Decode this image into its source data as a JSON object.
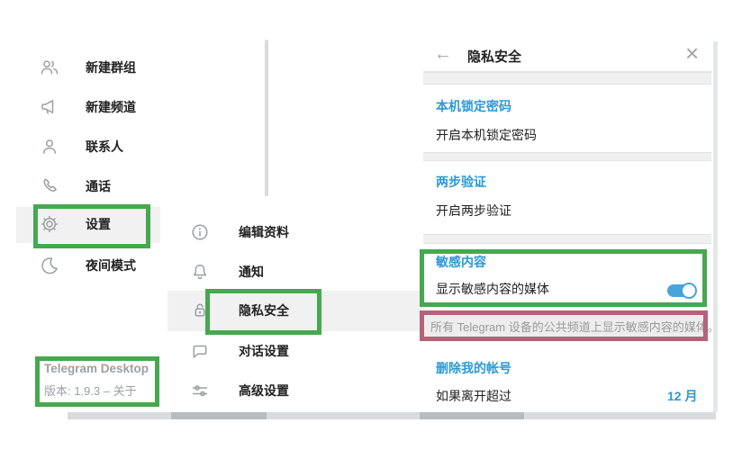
{
  "left_menu": {
    "items": [
      {
        "label": "新建群组",
        "icon": "new-group-icon"
      },
      {
        "label": "新建频道",
        "icon": "new-channel-icon"
      },
      {
        "label": "联系人",
        "icon": "contacts-icon"
      },
      {
        "label": "通话",
        "icon": "calls-icon"
      },
      {
        "label": "设置",
        "icon": "settings-icon",
        "highlighted": true
      },
      {
        "label": "夜间模式",
        "icon": "night-mode-icon"
      }
    ],
    "about": {
      "app_name": "Telegram Desktop",
      "version_line": "版本: 1.9.3 – 关于"
    }
  },
  "settings_menu": {
    "items": [
      {
        "label": "编辑资料",
        "icon": "edit-profile-icon"
      },
      {
        "label": "通知",
        "icon": "notifications-icon"
      },
      {
        "label": "隐私安全",
        "icon": "privacy-icon",
        "selected": true
      },
      {
        "label": "对话设置",
        "icon": "chat-settings-icon"
      },
      {
        "label": "高级设置",
        "icon": "advanced-icon"
      }
    ]
  },
  "privacy_panel": {
    "back_icon": "←",
    "title": "隐私安全",
    "close_icon": "×",
    "local_passcode": {
      "title": "本机锁定密码",
      "action": "开启本机锁定密码"
    },
    "two_step": {
      "title": "两步验证",
      "action": "开启两步验证"
    },
    "sensitive": {
      "title": "敏感内容",
      "toggle_label": "显示敏感内容的媒体",
      "toggle_state": "on",
      "note": "所有 Telegram 设备的公共频道上显示敏感内容的媒体。"
    },
    "delete_account": {
      "title": "删除我的帐号",
      "row_label": "如果离开超过",
      "row_value": "12 月"
    }
  },
  "annotation_colors": {
    "green": "#47a84f",
    "red": "#b4637a"
  }
}
